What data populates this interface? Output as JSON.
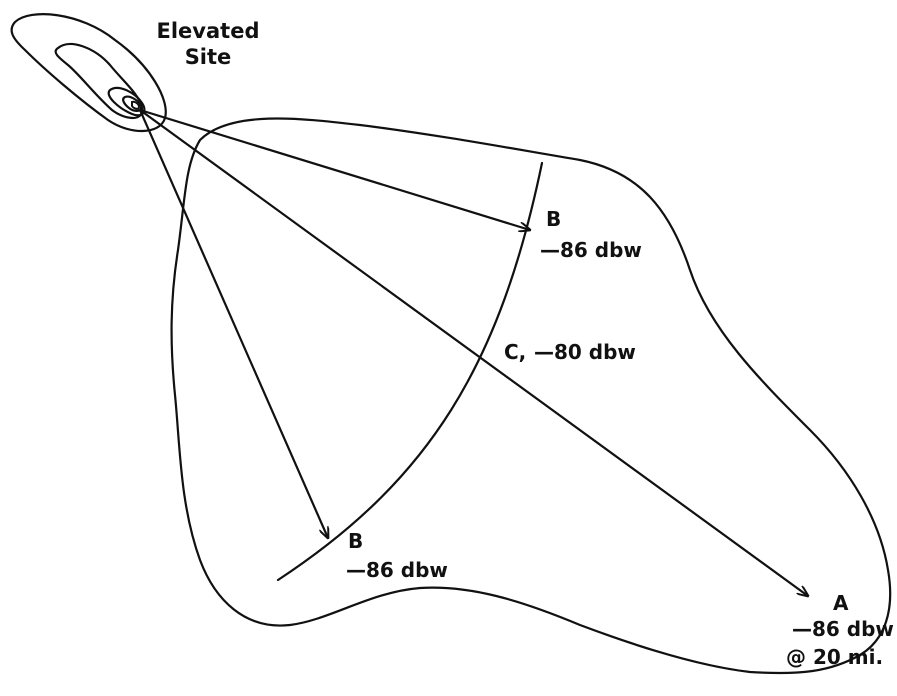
{
  "site": {
    "label_line1": "Elevated",
    "label_line2": "Site"
  },
  "points": {
    "b_upper": {
      "letter": "B",
      "value": "—86 dbw"
    },
    "c": {
      "letter": "C,",
      "value": "—80 dbw"
    },
    "b_lower": {
      "letter": "B",
      "value": "—86 dbw"
    },
    "a": {
      "letter": "A",
      "value": "—86 dbw",
      "distance": "@ 20 mi."
    }
  },
  "colors": {
    "ink": "#111111",
    "paper": "#ffffff"
  }
}
